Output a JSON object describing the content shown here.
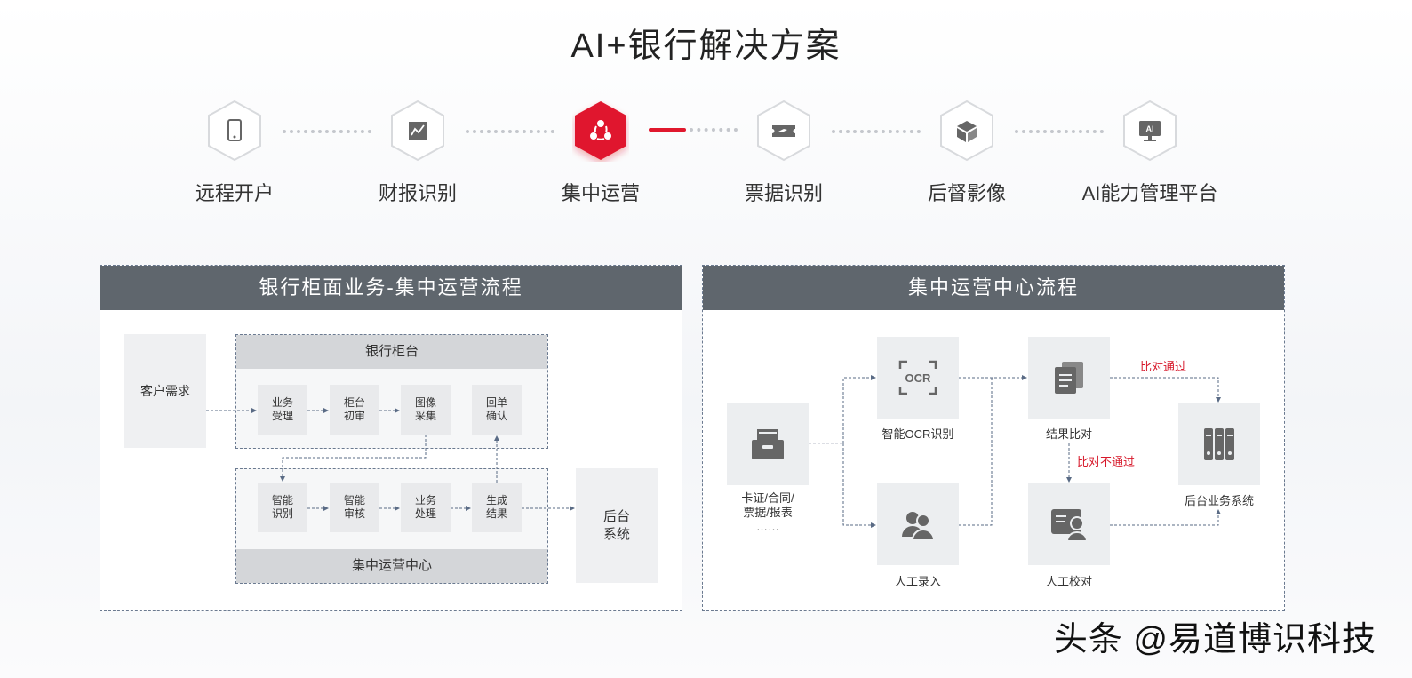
{
  "title": "AI+银行解决方案",
  "steps": [
    {
      "label": "远程开户",
      "icon": "phone-icon",
      "active": false
    },
    {
      "label": "财报识别",
      "icon": "chart-icon",
      "active": false
    },
    {
      "label": "集中运营",
      "icon": "share-icon",
      "active": true
    },
    {
      "label": "票据识别",
      "icon": "ticket-icon",
      "active": false
    },
    {
      "label": "后督影像",
      "icon": "cube-icon",
      "active": false
    },
    {
      "label": "AI能力管理平台",
      "icon": "ai-monitor-icon",
      "active": false
    }
  ],
  "accent_color": "#e0182d",
  "left_panel": {
    "title": "银行柜面业务-集中运营流程",
    "customer": "客户需求",
    "counter_title": "银行柜台",
    "counter_steps": [
      "业务\n受理",
      "柜台\n初审",
      "图像\n采集",
      "回单\n确认"
    ],
    "center_title": "集中运营中心",
    "center_steps": [
      "智能\n识别",
      "智能\n审核",
      "业务\n处理",
      "生成\n结果"
    ],
    "backend": "后台\n系统"
  },
  "right_panel": {
    "title": "集中运营中心流程",
    "input_label": "卡证/合同/\n票据/报表\n……",
    "ocr_text": "OCR",
    "ocr_label": "智能OCR识别",
    "manual_entry_label": "人工录入",
    "compare_label": "结果比对",
    "manual_check_label": "人工校对",
    "backend_label": "后台业务系统",
    "pass_label": "比对通过",
    "fail_label": "比对不通过"
  },
  "watermark": "头条 @易道博识科技"
}
